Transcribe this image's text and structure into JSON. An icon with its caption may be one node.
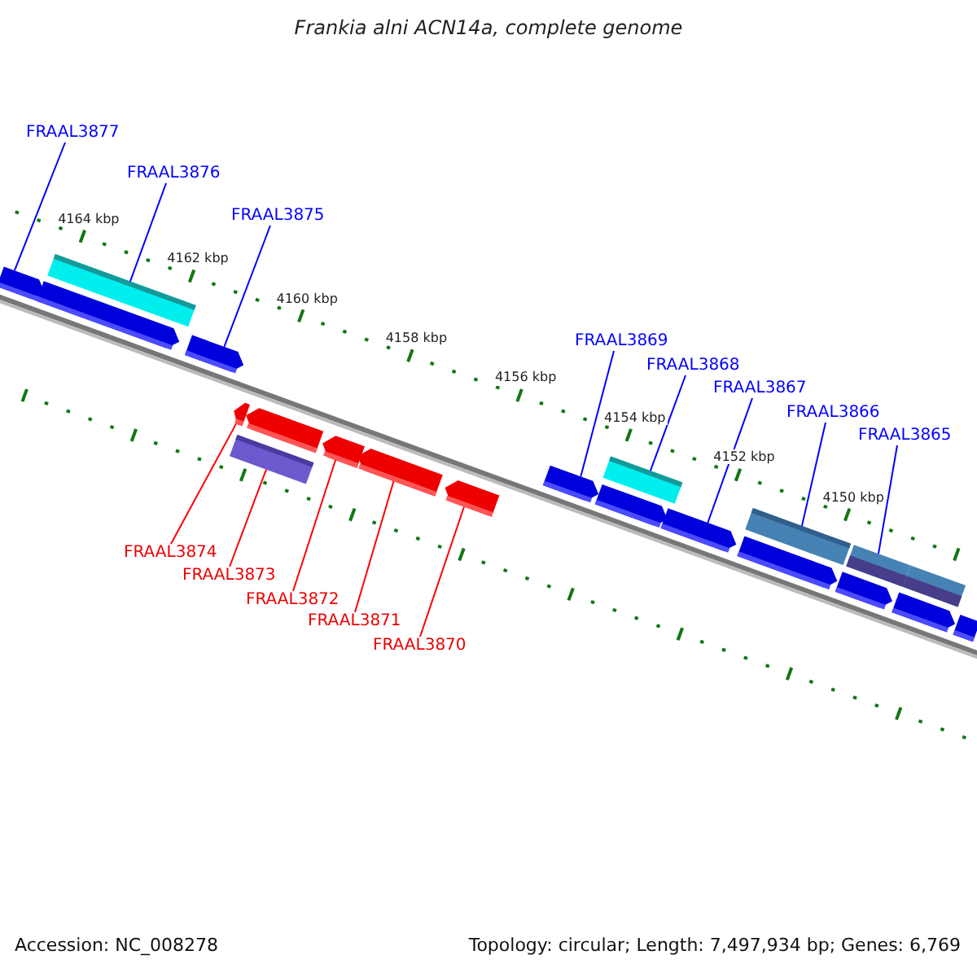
{
  "diagram": {
    "title": "Frankia alni ACN14a, complete genome",
    "nodes": [
      {
        "text": [
          "FRAAL3877"
        ]
      },
      {
        "text": [
          "FRAAL3876"
        ]
      },
      {
        "text": [
          "FRAAL3875"
        ]
      },
      {
        "text": [
          "FRAAL3869"
        ]
      },
      {
        "text": [
          "FRAAL3868"
        ]
      },
      {
        "text": [
          "FRAAL3867"
        ]
      },
      {
        "text": [
          "FRAAL3866"
        ]
      },
      {
        "text": [
          "FRAAL3865"
        ]
      },
      {
        "text": [
          "FRAAL3874"
        ]
      },
      {
        "text": [
          "FRAAL3873"
        ]
      },
      {
        "text": [
          "FRAAL3872"
        ]
      },
      {
        "text": [
          "FRAAL3871"
        ]
      },
      {
        "text": [
          "FRAAL3870"
        ]
      },
      {
        "text": [],
        "shape": "pentagon"
      },
      {
        "text": [],
        "shape": "pentagon"
      },
      {
        "text": [],
        "shape": "bar"
      },
      {
        "text": [],
        "shape": "pentagon"
      },
      {
        "text": [],
        "shape": "pentagon"
      },
      {
        "text": [],
        "shape": "bar"
      },
      {
        "text": [],
        "shape": "pentagon"
      },
      {
        "text": [],
        "shape": "pentagon"
      },
      {
        "text": [],
        "shape": "pentagon"
      },
      {
        "text": [],
        "shape": "pentagon"
      },
      {
        "text": [],
        "shape": "pentagon"
      },
      {
        "text": [],
        "shape": "bar"
      },
      {
        "text": [],
        "shape": "pentagon"
      },
      {
        "text": [],
        "shape": "pentagon"
      },
      {
        "text": [],
        "shape": "bar"
      },
      {
        "text": [],
        "shape": "pentagon"
      },
      {
        "text": [],
        "shape": "pentagon"
      },
      {
        "text": [],
        "shape": "bar"
      },
      {
        "text": [],
        "shape": "pentagon"
      },
      {
        "text": [],
        "shape": "bar"
      },
      {
        "text": [],
        "shape": "bar"
      }
    ],
    "edges": [
      {
        "from": 0,
        "to": 13,
        "arrow": "none"
      },
      {
        "from": 1,
        "to": 15,
        "arrow": "none"
      },
      {
        "from": 2,
        "to": 16,
        "arrow": "none"
      },
      {
        "from": 3,
        "to": 23,
        "arrow": "none"
      },
      {
        "from": 4,
        "to": 24,
        "arrow": "none"
      },
      {
        "from": 5,
        "to": 26,
        "arrow": "none"
      },
      {
        "from": 6,
        "to": 27,
        "arrow": "none"
      },
      {
        "from": 7,
        "to": 30,
        "arrow": "none"
      },
      {
        "from": 8,
        "to": 17,
        "arrow": "none",
        "color": "#ff0000"
      },
      {
        "from": 9,
        "to": 18,
        "arrow": "none",
        "color": "#ff0000"
      },
      {
        "from": 10,
        "to": 20,
        "arrow": "none",
        "color": "#ff0000"
      },
      {
        "from": 11,
        "to": 21,
        "arrow": "none",
        "color": "#ff0000"
      },
      {
        "from": 12,
        "to": 22,
        "arrow": "none",
        "color": "#ff0000"
      }
    ],
    "labels": [
      "4164 kbp",
      "4162 kbp",
      "4160 kbp",
      "4158 kbp",
      "4156 kbp",
      "4154 kbp",
      "4152 kbp",
      "4150 kbp",
      "Accession: NC_008278",
      "Topology: circular; Length: 7,497,934 bp; Genes: 6,769"
    ]
  }
}
